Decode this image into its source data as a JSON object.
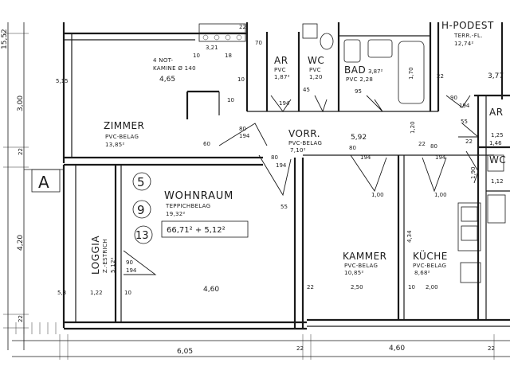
{
  "rooms": {
    "zimmer": {
      "name": "ZIMMER",
      "floor": "PVC-BELAG",
      "area": "13,85²"
    },
    "wohnraum": {
      "name": "WOHNRAUM",
      "floor": "TEPPICHBELAG",
      "area": "19,32²",
      "total": "66,71² + 5,12²"
    },
    "loggia": {
      "name": "LOGGIA",
      "floor": "Z.-ESTRICH",
      "area": "5,12²"
    },
    "vorraum": {
      "name": "VORR.",
      "floor": "PVC-BELAG",
      "area": "7,10²"
    },
    "kammer": {
      "name": "KAMMER",
      "floor": "PVC-BELAG",
      "area": "10,85²"
    },
    "kueche": {
      "name": "KÜCHE",
      "floor": "PVC-BELAG",
      "area": "8,68²"
    },
    "bad": {
      "name": "BAD",
      "area": "3,87²",
      "floor": "PVC 2,28"
    },
    "wc": {
      "name": "WC",
      "floor": "PVC",
      "area": "1,20"
    },
    "ar": {
      "name": "AR",
      "floor": "PVC",
      "area": "1,87²"
    },
    "ar_right": {
      "name": "AR",
      "area": "1,25"
    },
    "wc_right": {
      "name": "WC",
      "area": "1,12"
    },
    "podest": {
      "name": "H-PODEST",
      "floor": "TERR.-FL.",
      "area": "12,74²"
    }
  },
  "labels": {
    "notkamine": "4 NOT-",
    "notkamine2": "KAMINE Ø 140",
    "section_a": "A",
    "circle_5": "5",
    "circle_9": "9",
    "circle_13": "13"
  },
  "dimensions": {
    "d_15_52": "15,52",
    "d_3_00": "3,00",
    "d_22_left": "22",
    "d_4_20": "4,20",
    "d_22_bottom_left": "22",
    "d_6_05": "6,05",
    "d_22_bottom_mid": "22",
    "d_4_60_bottom": "4,60",
    "d_22_bottom_right": "22",
    "d_4_65": "4,65",
    "d_5_15": "5,15",
    "d_10_a": "10",
    "d_10_b": "10",
    "d_60": "60",
    "d_80_a": "80",
    "d_194_a": "194",
    "d_80_b": "80",
    "d_194_b": "194",
    "d_55_a": "55",
    "d_4_60_mid": "4,60",
    "d_5_8": "5,8",
    "d_1_22": "1,22",
    "d_10_c": "10",
    "d_90": "90",
    "d_194_c": "194",
    "d_5_92": "5,92",
    "d_1_20": "1,20",
    "d_1_00_a": "1,00",
    "d_1_00_b": "1,00",
    "d_2_50": "2,50",
    "d_10_d": "10",
    "d_2_00": "2,00",
    "d_4_34": "4,34",
    "d_22_mid": "22",
    "d_95": "95",
    "d_45": "45",
    "d_1_70": "1,70",
    "d_22_top": "22",
    "d_3_77": "3,77",
    "d_55_b": "55",
    "d_1_46": "1,46",
    "d_22_r": "22",
    "d_80_c": "80",
    "d_194_d": "194",
    "d_1_90": "1,90",
    "d_22_rr": "22",
    "d_22_top2": "22",
    "d_321": "3,21",
    "d_18": "18",
    "d_10_e": "10",
    "d_70": "70",
    "d_194_e": "194",
    "d_80_d": "80",
    "d_194_f": "194",
    "d_90_b": "90",
    "d_194_g": "194"
  }
}
